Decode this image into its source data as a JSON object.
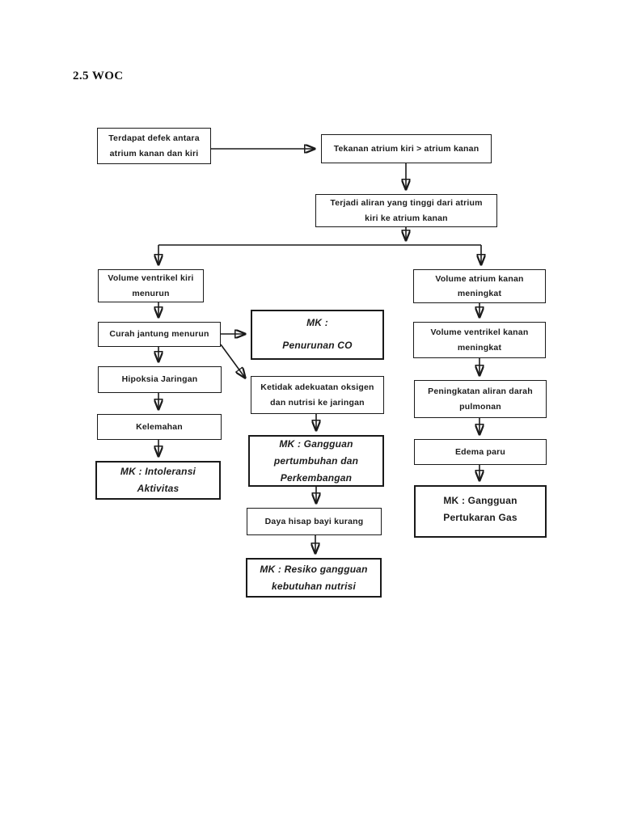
{
  "page": {
    "title": "2.5 WOC"
  },
  "colors": {
    "ink": "#1a1a1a",
    "paper": "#ffffff"
  },
  "flowchart": {
    "type": "flowchart",
    "nodes": {
      "defect": {
        "label": "Terdapat defek antara\natrium kanan dan kiri"
      },
      "pressure": {
        "label": "Tekanan atrium kiri > atrium kanan"
      },
      "high_flow": {
        "label": "Terjadi aliran yang tinggi dari atrium\nkiri ke atrium kanan"
      },
      "lv_volume_down": {
        "label": "Volume ventrikel kiri\nmenurun"
      },
      "cardiac_output_down": {
        "label": "Curah jantung menurun"
      },
      "tissue_hypoxia": {
        "label": "Hipoksia Jaringan"
      },
      "weakness": {
        "label": "Kelemahan"
      },
      "mk_activity_intolerance": {
        "label": "MK : Intoleransi\nAktivitas"
      },
      "mk_co_decrease": {
        "label": "MK :\nPenurunan CO"
      },
      "inadequate_oxygen": {
        "label": "Ketidak adekuatan oksigen\ndan nutrisi ke jaringan"
      },
      "mk_growth_disorder": {
        "label": "MK : Gangguan\npertumbuhan dan\nPerkembangan"
      },
      "infant_suction": {
        "label": "Daya hisap bayi kurang"
      },
      "mk_nutrition_risk": {
        "label": "MK : Resiko gangguan\nkebutuhan nutrisi"
      },
      "ra_volume_up": {
        "label": "Volume atrium kanan\nmeningkat"
      },
      "rv_volume_up": {
        "label": "Volume ventrikel kanan\nmeningkat"
      },
      "pulmonary_flow_up": {
        "label": "Peningkatan aliran darah\npulmonan"
      },
      "pulmonary_edema": {
        "label": "Edema paru"
      },
      "mk_gas_exchange": {
        "label": "MK : Gangguan\nPertukaran Gas"
      }
    },
    "edges": [
      {
        "from": "defect",
        "to": "pressure"
      },
      {
        "from": "pressure",
        "to": "high_flow"
      },
      {
        "from": "high_flow",
        "to": "lv_volume_down"
      },
      {
        "from": "high_flow",
        "to": "ra_volume_up"
      },
      {
        "from": "lv_volume_down",
        "to": "cardiac_output_down"
      },
      {
        "from": "cardiac_output_down",
        "to": "mk_co_decrease"
      },
      {
        "from": "cardiac_output_down",
        "to": "inadequate_oxygen"
      },
      {
        "from": "cardiac_output_down",
        "to": "tissue_hypoxia"
      },
      {
        "from": "tissue_hypoxia",
        "to": "weakness"
      },
      {
        "from": "weakness",
        "to": "mk_activity_intolerance"
      },
      {
        "from": "inadequate_oxygen",
        "to": "mk_growth_disorder"
      },
      {
        "from": "mk_growth_disorder",
        "to": "infant_suction"
      },
      {
        "from": "infant_suction",
        "to": "mk_nutrition_risk"
      },
      {
        "from": "ra_volume_up",
        "to": "rv_volume_up"
      },
      {
        "from": "rv_volume_up",
        "to": "pulmonary_flow_up"
      },
      {
        "from": "pulmonary_flow_up",
        "to": "pulmonary_edema"
      },
      {
        "from": "pulmonary_edema",
        "to": "mk_gas_exchange"
      }
    ]
  }
}
